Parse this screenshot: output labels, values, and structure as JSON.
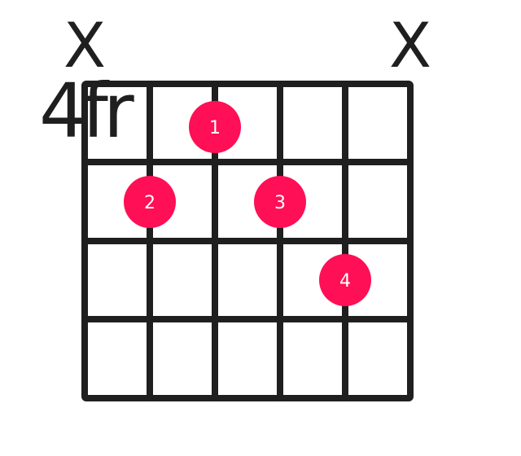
{
  "chord_diagram": {
    "position_label": "4fr",
    "strings": 6,
    "frets_shown": 4,
    "muted_strings": [
      {
        "string": 1,
        "symbol": "X"
      },
      {
        "string": 6,
        "symbol": "X"
      }
    ],
    "fingers": [
      {
        "string": 3,
        "fret": 1,
        "finger": "1"
      },
      {
        "string": 2,
        "fret": 2,
        "finger": "2"
      },
      {
        "string": 4,
        "fret": 2,
        "finger": "3"
      },
      {
        "string": 5,
        "fret": 3,
        "finger": "4"
      }
    ],
    "colors": {
      "grid": "#1f1f1f",
      "dot": "#ff0f55",
      "dot_text": "#ffffff",
      "label": "#1f1f1f"
    }
  }
}
